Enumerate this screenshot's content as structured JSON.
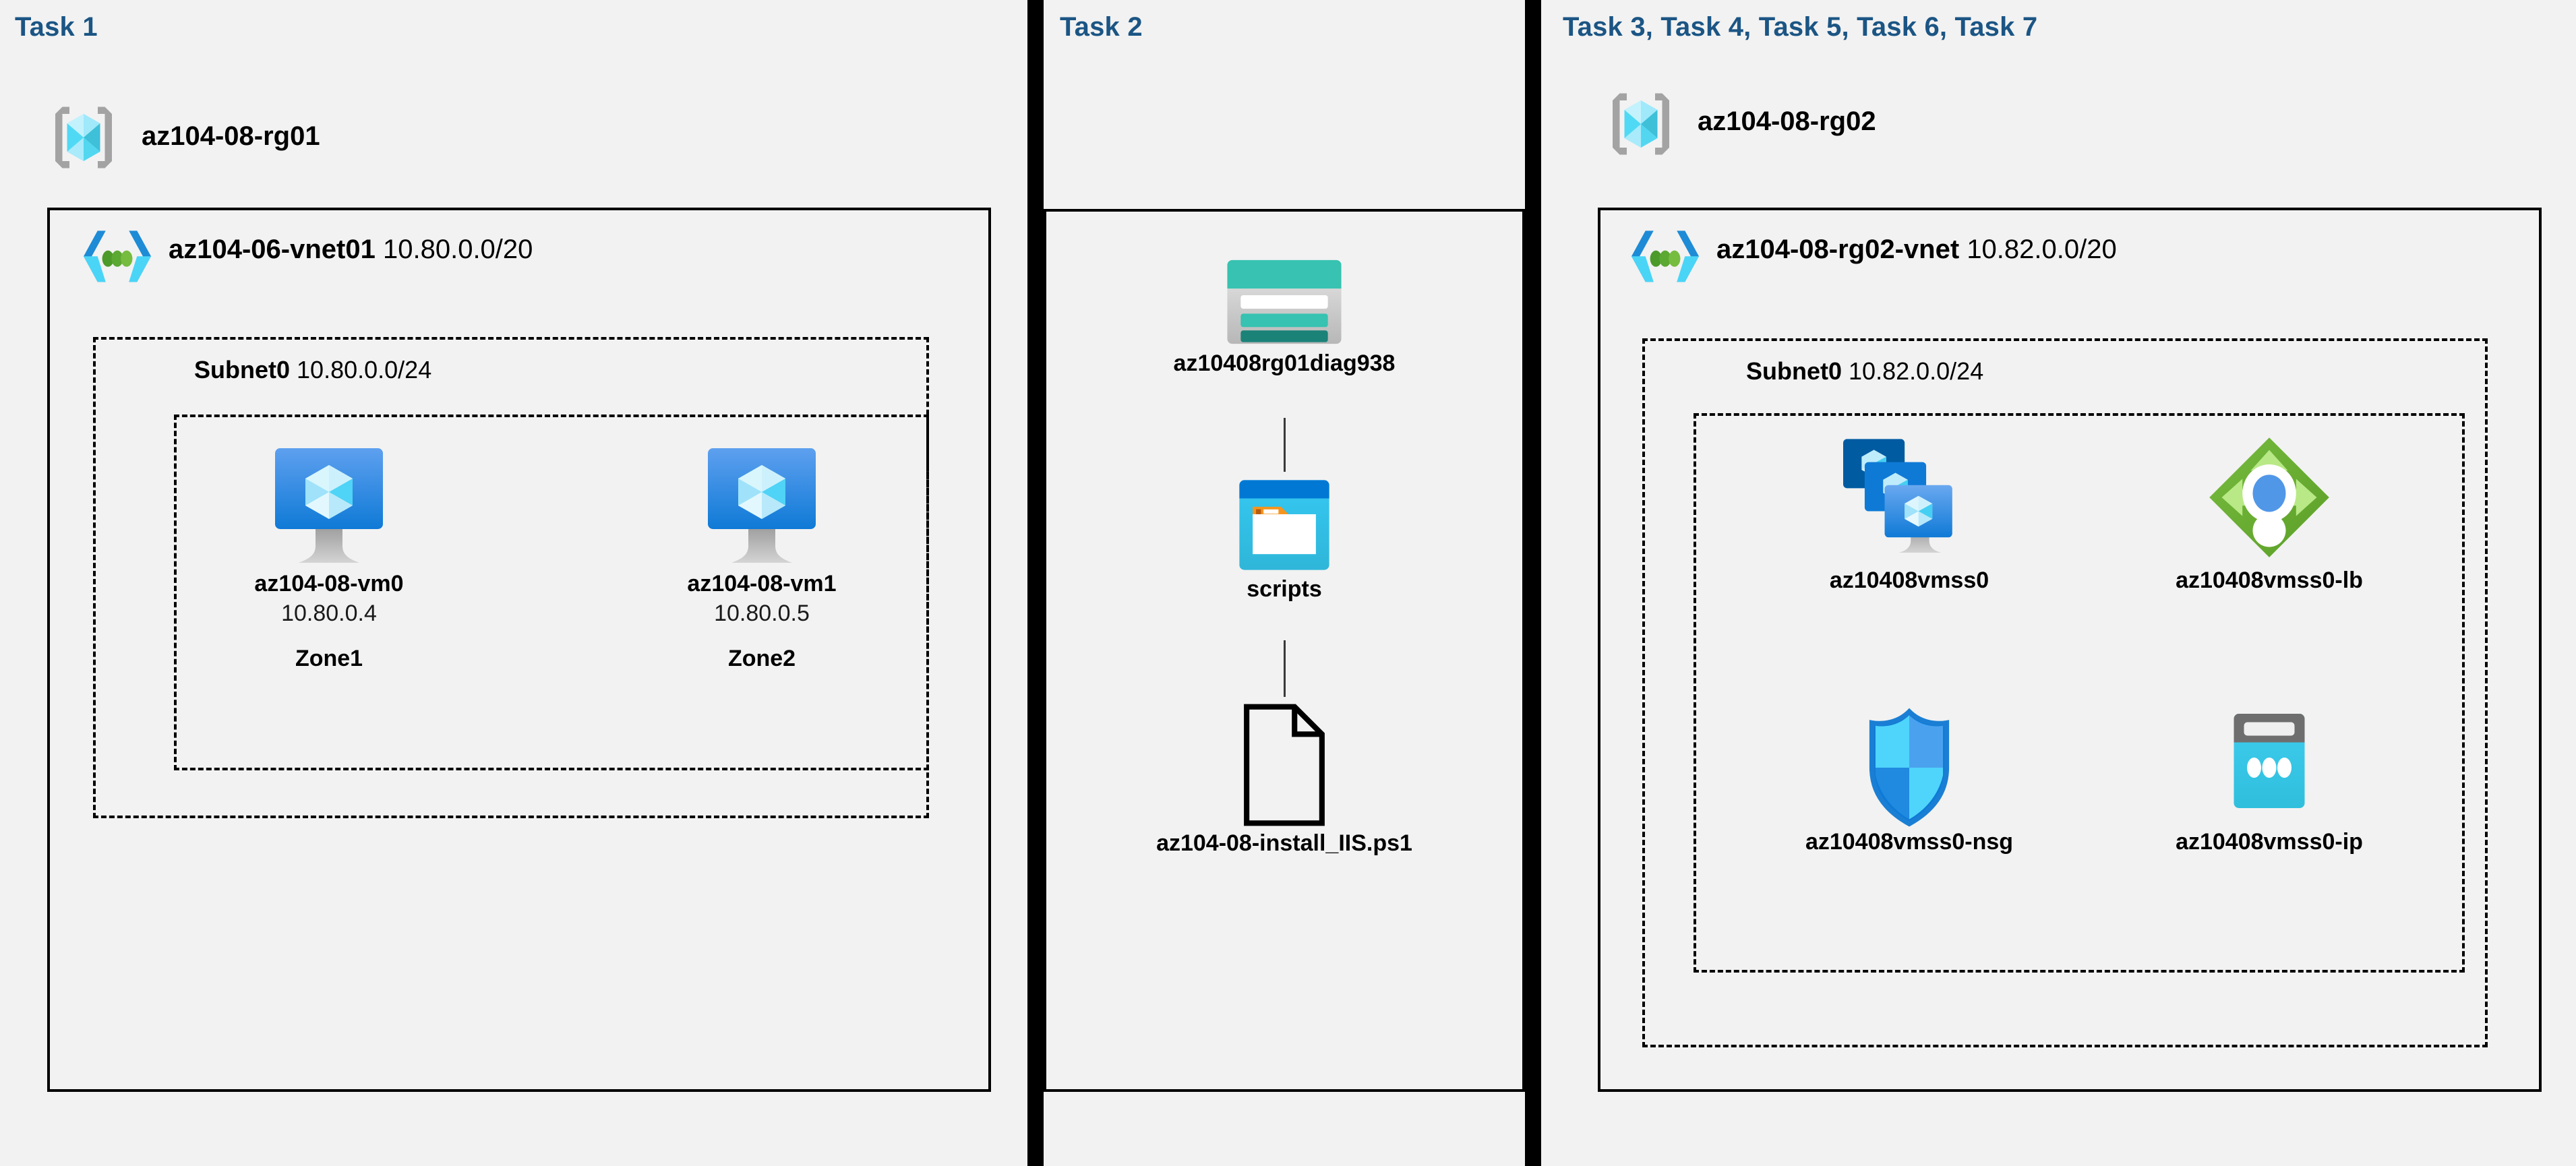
{
  "columns": [
    {
      "title": "Task 1",
      "resource_group": {
        "name": "az104-08-rg01",
        "icon": "resource-group-icon"
      },
      "vnet": {
        "name": "az104-06-vnet01",
        "cidr": "10.80.0.0/20",
        "icon": "virtual-network-icon"
      },
      "subnet": {
        "name": "Subnet0",
        "cidr": "10.80.0.0/24"
      },
      "vms": [
        {
          "name": "az104-08-vm0",
          "ip": "10.80.0.4",
          "zone": "Zone1",
          "icon": "virtual-machine-icon"
        },
        {
          "name": "az104-08-vm1",
          "ip": "10.80.0.5",
          "zone": "Zone2",
          "icon": "virtual-machine-icon"
        }
      ]
    },
    {
      "title": "Task 2",
      "nodes": [
        {
          "name": "az10408rg01diag938",
          "icon": "storage-account-icon"
        },
        {
          "name": "scripts",
          "icon": "blob-container-icon"
        },
        {
          "name": "az104-08-install_IIS.ps1",
          "icon": "script-file-icon"
        }
      ]
    },
    {
      "title": "Task 3, Task 4, Task 5, Task 6, Task 7",
      "resource_group": {
        "name": "az104-08-rg02",
        "icon": "resource-group-icon"
      },
      "vnet": {
        "name": "az104-08-rg02-vnet",
        "cidr": "10.82.0.0/20",
        "icon": "virtual-network-icon"
      },
      "subnet": {
        "name": "Subnet0",
        "cidr": "10.82.0.0/24"
      },
      "resources": [
        {
          "name": "az10408vmss0",
          "icon": "vm-scale-set-icon"
        },
        {
          "name": "az10408vmss0-lb",
          "icon": "load-balancer-icon"
        },
        {
          "name": "az10408vmss0-nsg",
          "icon": "network-security-group-icon"
        },
        {
          "name": "az10408vmss0-ip",
          "icon": "public-ip-address-icon"
        }
      ]
    }
  ],
  "colors": {
    "task_title": "#1b5584",
    "panel_background": "#f2f2f2",
    "divider": "#000000",
    "azure_blue": "#0078d4",
    "cyan": "#32bedd",
    "teal": "#37c2b1",
    "green": "#6fbe44",
    "orange": "#f7941e",
    "gray": "#949494"
  }
}
